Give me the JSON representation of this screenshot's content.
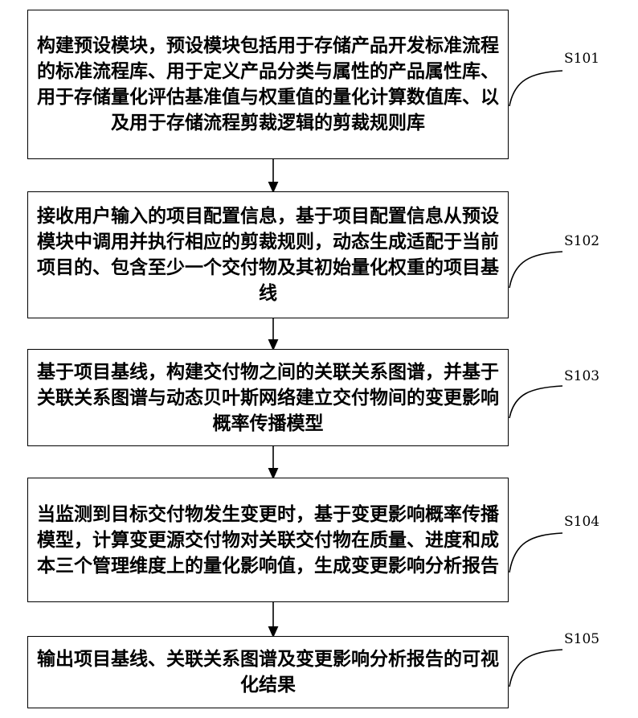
{
  "steps": [
    {
      "id": "S101",
      "text": "构建预设模块，预设模块包括用于存储产品开发标准流程的标准流程库、用于定义产品分类与属性的产品属性库、用于存储量化评估基准值与权重值的量化计算数值库、以及用于存储流程剪裁逻辑的剪裁规则库"
    },
    {
      "id": "S102",
      "text": "接收用户输入的项目配置信息，基于项目配置信息从预设模块中调用并执行相应的剪裁规则，动态生成适配于当前项目的、包含至少一个交付物及其初始量化权重的项目基线"
    },
    {
      "id": "S103",
      "text": "基于项目基线，构建交付物之间的关联关系图谱，并基于关联关系图谱与动态贝叶斯网络建立交付物间的变更影响概率传播模型"
    },
    {
      "id": "S104",
      "text": "当监测到目标交付物发生变更时，基于变更影响概率传播模型，计算变更源交付物对关联交付物在质量、进度和成本三个管理维度上的量化影响值，生成变更影响分析报告"
    },
    {
      "id": "S105",
      "text": "输出项目基线、关联关系图谱及变更影响分析报告的可视化结果"
    }
  ]
}
